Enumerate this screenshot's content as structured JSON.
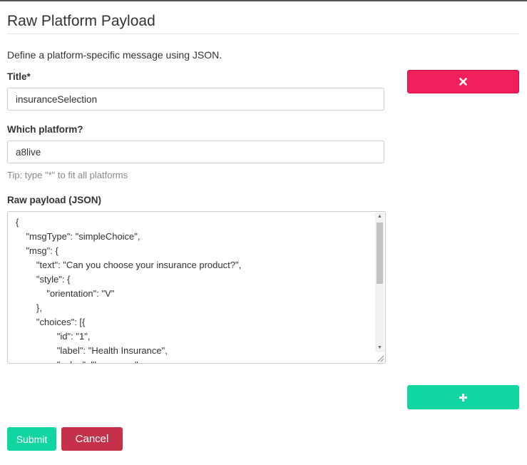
{
  "header": {
    "title": "Raw Platform Payload",
    "description": "Define a platform-specific message using JSON."
  },
  "form": {
    "title_label": "Title*",
    "title_value": "insuranceSelection",
    "platform_label": "Which platform?",
    "platform_value": "a8live",
    "platform_tip": "Tip: type \"*\" to fit all platforms",
    "payload_label": "Raw payload (JSON)",
    "payload_lines": [
      "{",
      "    \"msgType\": \"simpleChoice\",",
      "    \"msg\": {",
      "        \"text\": \"Can you choose your insurance product?\",",
      "        \"style\": {",
      "            \"orientation\": \"V\"",
      "        },",
      "        \"choices\": [{",
      "                \"id\": \"1\",",
      "                \"label\": \"Health Insurance\",",
      "                \"value\": \"Insurance\""
    ]
  },
  "actions": {
    "submit_label": "Submit",
    "cancel_label": "Cancel"
  },
  "icons": {
    "remove": "close-icon",
    "add": "plus-icon"
  },
  "colors": {
    "remove": "#f0205a",
    "add": "#12d6a2",
    "submit": "#12d6a2",
    "cancel": "#c5314a"
  }
}
